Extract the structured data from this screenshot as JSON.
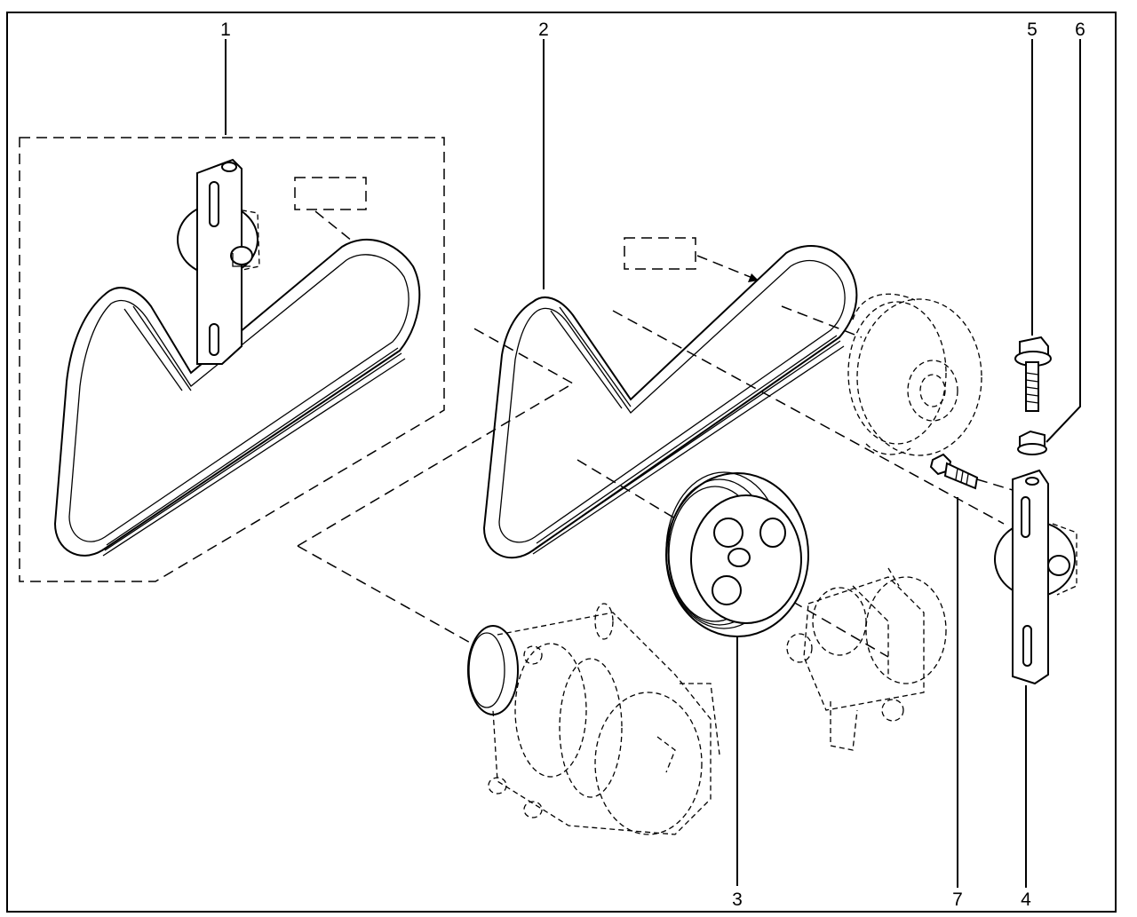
{
  "callouts": [
    {
      "id": "1",
      "text": "1"
    },
    {
      "id": "2",
      "text": "2"
    },
    {
      "id": "3",
      "text": "3"
    },
    {
      "id": "4",
      "text": "4"
    },
    {
      "id": "5",
      "text": "5"
    },
    {
      "id": "6",
      "text": "6"
    },
    {
      "id": "7",
      "text": "7"
    }
  ],
  "palette": {
    "line": "#000000",
    "background": "#ffffff"
  }
}
